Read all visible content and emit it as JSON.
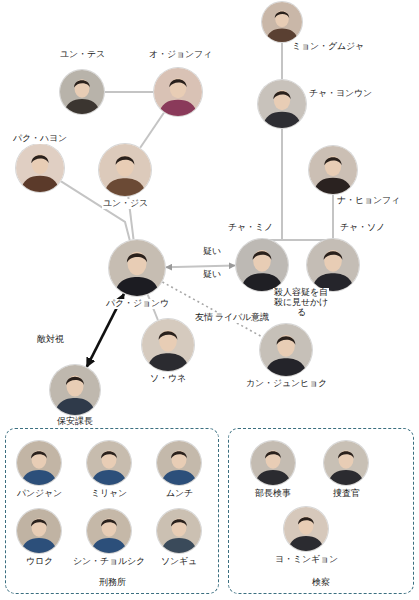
{
  "diagram": {
    "nodes": [
      {
        "text": [
          "ミョン・グムジャ"
        ]
      },
      {
        "text": [
          "ユン・テス"
        ]
      },
      {
        "text": [
          "オ・ジョンフィ"
        ]
      },
      {
        "text": [
          "チャ・ヨンウン"
        ]
      },
      {
        "text": [
          "パク・ハヨン"
        ]
      },
      {
        "text": [
          "ナ・ヒョンフィ"
        ]
      },
      {
        "text": [
          "ユン・ジス"
        ]
      },
      {
        "text": [
          "チャ・ミノ"
        ]
      },
      {
        "text": [
          "チャ・ソノ"
        ]
      },
      {
        "text": [
          "パク・ジョンウ"
        ]
      },
      {
        "text": [
          "保安課長"
        ]
      },
      {
        "text": [
          "ソ・ウネ"
        ]
      },
      {
        "text": [
          "カン・ジュンヒョク"
        ]
      },
      {
        "text": [
          "刑務所"
        ]
      },
      {
        "text": [
          "パンジャン"
        ],
        "in": 13
      },
      {
        "text": [
          "ミリャン"
        ],
        "in": 13
      },
      {
        "text": [
          "ムンチ"
        ],
        "in": 13
      },
      {
        "text": [
          "ウロク"
        ],
        "in": 13
      },
      {
        "text": [
          "シン・チョルシク"
        ],
        "in": 13
      },
      {
        "text": [
          "ソンギュ"
        ],
        "in": 13
      },
      {
        "text": [
          "検察"
        ]
      },
      {
        "text": [
          "部長検事"
        ],
        "in": 20
      },
      {
        "text": [
          "捜査官"
        ],
        "in": 20
      },
      {
        "text": [
          "ヨ・ミンギョン"
        ],
        "in": 20
      }
    ],
    "edges": [
      {
        "from": 1,
        "to": 2,
        "arrow": "none"
      },
      {
        "from": 2,
        "to": 6,
        "arrow": "none"
      },
      {
        "from": 0,
        "to": 3,
        "arrow": "none"
      },
      {
        "from": 3,
        "to": 7,
        "arrow": "none"
      },
      {
        "from": 3,
        "to": 8,
        "arrow": "none"
      },
      {
        "from": 5,
        "to": 8,
        "arrow": "none"
      },
      {
        "from": 6,
        "to": 9,
        "arrow": "none"
      },
      {
        "from": 4,
        "to": 9,
        "arrow": "none"
      },
      {
        "from": 9,
        "to": 7,
        "label": "疑い",
        "arrow": "both"
      },
      {
        "from": 9,
        "to": 10,
        "label": "敵対視",
        "arrow": "both"
      },
      {
        "from": 9,
        "to": 11,
        "arrow": "none"
      },
      {
        "from": 9,
        "to": 12,
        "label": "友情 ライバル意識",
        "arrow": "none"
      }
    ],
    "labels": [
      "疑い",
      "殺人容疑を自殺に見せかける"
    ]
  }
}
